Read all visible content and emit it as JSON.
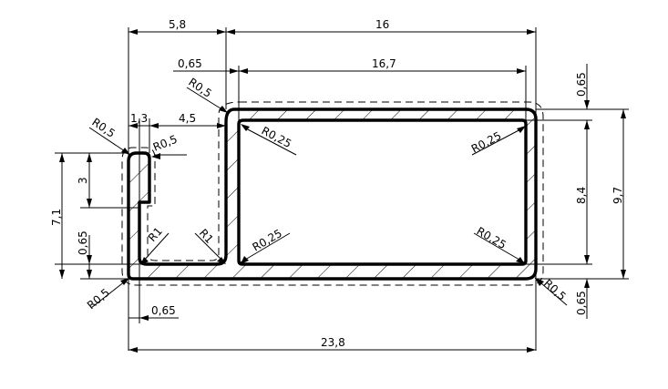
{
  "diagram": {
    "dimensions": {
      "top_left_width": "5,8",
      "top_right_width": "16",
      "flange_thickness": "0,65",
      "inner_width": "16,7",
      "top_wall_thickness": "0,65",
      "slot_width": "1,3",
      "slot_gap": "4,5",
      "slot_height": "3",
      "left_height": "7,1",
      "bottom_thickness_left": "0,65",
      "right_height_inner": "8,4",
      "right_height_total": "9,7",
      "bottom_wall_thickness": "0,65",
      "bottom_left_thickness": "0,65",
      "total_width": "23,8"
    },
    "radii": {
      "top_left_outer": "R0,5",
      "slot_top_left": "R0,5",
      "slot_top_right": "R0,5",
      "inner_top_left": "R0,25",
      "inner_top_right": "R0,25",
      "inner_bottom_left": "R0,25",
      "inner_bottom_right": "R0,25",
      "fillet_left": "R1",
      "fillet_right": "R1",
      "bottom_left_outer": "R0,5",
      "bottom_right_outer": "R0,5"
    },
    "colors": {
      "line": "#000000",
      "background": "#ffffff"
    }
  }
}
